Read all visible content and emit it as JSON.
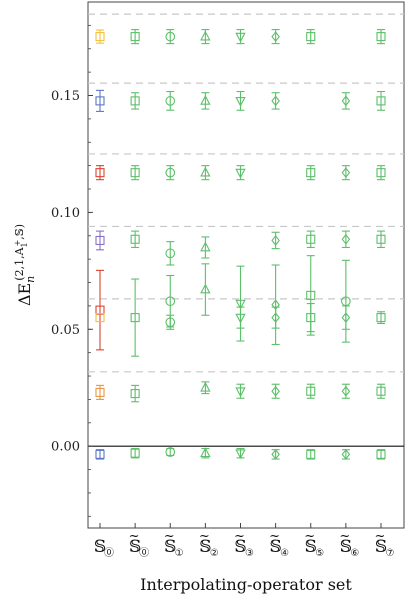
{
  "chart_data": {
    "type": "scatter",
    "xlabel": "Interpolating-operator set",
    "ylabel": "ΔE_n^{(2,1,A1+,𝕊)}",
    "ylim": [
      -0.035,
      0.19
    ],
    "yticks": [
      0.0,
      0.05,
      0.1,
      0.15
    ],
    "ytick_labels": [
      "0.00",
      "0.05",
      "0.10",
      "0.15"
    ],
    "categories": [
      {
        "base": "𝕊",
        "sub": "⓪",
        "tilde": false
      },
      {
        "base": "𝕊",
        "sub": "⓪",
        "tilde": true
      },
      {
        "base": "𝕊",
        "sub": "①",
        "tilde": true
      },
      {
        "base": "𝕊",
        "sub": "②",
        "tilde": true
      },
      {
        "base": "𝕊",
        "sub": "③",
        "tilde": true
      },
      {
        "base": "𝕊",
        "sub": "④",
        "tilde": true
      },
      {
        "base": "𝕊",
        "sub": "⑤",
        "tilde": true
      },
      {
        "base": "𝕊",
        "sub": "⑥",
        "tilde": true
      },
      {
        "base": "𝕊",
        "sub": "⑦",
        "tilde": true
      }
    ],
    "reference_lines": [
      0.1848,
      0.1553,
      0.125,
      0.094,
      0.063,
      0.0318
    ],
    "zero_line": 0.0,
    "colors": {
      "blue": "#5b78c6",
      "orange": "#e9973f",
      "red": "#d9452f",
      "gold": "#f2c13a",
      "purple": "#8a72c2",
      "green": "#5cbf6a"
    },
    "points": [
      {
        "x": 0,
        "y": 0.1752,
        "err": 0.0028,
        "marker": "square",
        "color": "gold"
      },
      {
        "x": 0,
        "y": 0.1477,
        "err": 0.0045,
        "marker": "square",
        "color": "blue"
      },
      {
        "x": 0,
        "y": 0.117,
        "err": 0.003,
        "marker": "square",
        "color": "red"
      },
      {
        "x": 0,
        "y": 0.088,
        "err": 0.004,
        "marker": "square",
        "color": "purple"
      },
      {
        "x": 0,
        "y": 0.0582,
        "err": 0.017,
        "marker": "square",
        "color": "red"
      },
      {
        "x": 0,
        "y": 0.055,
        "err": 0.0,
        "marker": "square",
        "color": "gold"
      },
      {
        "x": 0,
        "y": 0.023,
        "err": 0.003,
        "marker": "square",
        "color": "orange"
      },
      {
        "x": 0,
        "y": -0.0035,
        "err": 0.002,
        "marker": "square",
        "color": "blue"
      },
      {
        "x": 1,
        "y": 0.1752,
        "err": 0.003,
        "marker": "square",
        "color": "green"
      },
      {
        "x": 1,
        "y": 0.1477,
        "err": 0.0035,
        "marker": "square",
        "color": "green"
      },
      {
        "x": 1,
        "y": 0.117,
        "err": 0.003,
        "marker": "square",
        "color": "green"
      },
      {
        "x": 1,
        "y": 0.0885,
        "err": 0.0035,
        "marker": "square",
        "color": "green"
      },
      {
        "x": 1,
        "y": 0.055,
        "err": 0.0165,
        "marker": "square",
        "color": "green"
      },
      {
        "x": 1,
        "y": 0.0225,
        "err": 0.0035,
        "marker": "square",
        "color": "green"
      },
      {
        "x": 1,
        "y": -0.003,
        "err": 0.002,
        "marker": "square",
        "color": "green"
      },
      {
        "x": 2,
        "y": 0.1752,
        "err": 0.003,
        "marker": "circle",
        "color": "green"
      },
      {
        "x": 2,
        "y": 0.1477,
        "err": 0.004,
        "marker": "circle",
        "color": "green"
      },
      {
        "x": 2,
        "y": 0.117,
        "err": 0.003,
        "marker": "circle",
        "color": "green"
      },
      {
        "x": 2,
        "y": 0.0825,
        "err": 0.005,
        "marker": "circle",
        "color": "green"
      },
      {
        "x": 2,
        "y": 0.062,
        "err": 0.011,
        "marker": "circle",
        "color": "green"
      },
      {
        "x": 2,
        "y": 0.053,
        "err": 0.003,
        "marker": "circle",
        "color": "green"
      },
      {
        "x": 2,
        "y": -0.0025,
        "err": 0.0015,
        "marker": "circle",
        "color": "green"
      },
      {
        "x": 3,
        "y": 0.1752,
        "err": 0.003,
        "marker": "triangle-up",
        "color": "green"
      },
      {
        "x": 3,
        "y": 0.1477,
        "err": 0.0035,
        "marker": "triangle-up",
        "color": "green"
      },
      {
        "x": 3,
        "y": 0.117,
        "err": 0.003,
        "marker": "triangle-up",
        "color": "green"
      },
      {
        "x": 3,
        "y": 0.085,
        "err": 0.0045,
        "marker": "triangle-up",
        "color": "green"
      },
      {
        "x": 3,
        "y": 0.067,
        "err": 0.011,
        "marker": "triangle-up",
        "color": "green"
      },
      {
        "x": 3,
        "y": 0.025,
        "err": 0.0025,
        "marker": "triangle-up",
        "color": "green"
      },
      {
        "x": 3,
        "y": -0.003,
        "err": 0.002,
        "marker": "triangle-up",
        "color": "green"
      },
      {
        "x": 4,
        "y": 0.1752,
        "err": 0.003,
        "marker": "triangle-down",
        "color": "green"
      },
      {
        "x": 4,
        "y": 0.1477,
        "err": 0.004,
        "marker": "triangle-down",
        "color": "green"
      },
      {
        "x": 4,
        "y": 0.117,
        "err": 0.003,
        "marker": "triangle-down",
        "color": "green"
      },
      {
        "x": 4,
        "y": 0.061,
        "err": 0.016,
        "marker": "triangle-down",
        "color": "green"
      },
      {
        "x": 4,
        "y": 0.055,
        "err": 0.0045,
        "marker": "triangle-down",
        "color": "green"
      },
      {
        "x": 4,
        "y": 0.0235,
        "err": 0.003,
        "marker": "triangle-down",
        "color": "green"
      },
      {
        "x": 4,
        "y": -0.003,
        "err": 0.002,
        "marker": "triangle-down",
        "color": "green"
      },
      {
        "x": 5,
        "y": 0.1752,
        "err": 0.003,
        "marker": "diamond",
        "color": "green"
      },
      {
        "x": 5,
        "y": 0.1477,
        "err": 0.0035,
        "marker": "diamond",
        "color": "green"
      },
      {
        "x": 5,
        "y": 0.088,
        "err": 0.0035,
        "marker": "diamond",
        "color": "green"
      },
      {
        "x": 5,
        "y": 0.0605,
        "err": 0.017,
        "marker": "diamond",
        "color": "green"
      },
      {
        "x": 5,
        "y": 0.055,
        "err": 0.0045,
        "marker": "diamond",
        "color": "green"
      },
      {
        "x": 5,
        "y": 0.0235,
        "err": 0.003,
        "marker": "diamond",
        "color": "green"
      },
      {
        "x": 5,
        "y": -0.0035,
        "err": 0.002,
        "marker": "diamond",
        "color": "green"
      },
      {
        "x": 6,
        "y": 0.1752,
        "err": 0.003,
        "marker": "square",
        "color": "green"
      },
      {
        "x": 6,
        "y": 0.117,
        "err": 0.003,
        "marker": "square",
        "color": "green"
      },
      {
        "x": 6,
        "y": 0.0885,
        "err": 0.0035,
        "marker": "square",
        "color": "green"
      },
      {
        "x": 6,
        "y": 0.0645,
        "err": 0.017,
        "marker": "square",
        "color": "green"
      },
      {
        "x": 6,
        "y": 0.055,
        "err": 0.006,
        "marker": "square",
        "color": "green"
      },
      {
        "x": 6,
        "y": 0.0235,
        "err": 0.003,
        "marker": "square",
        "color": "green"
      },
      {
        "x": 6,
        "y": -0.0035,
        "err": 0.002,
        "marker": "square",
        "color": "green"
      },
      {
        "x": 7,
        "y": 0.1477,
        "err": 0.0035,
        "marker": "diamond",
        "color": "green"
      },
      {
        "x": 7,
        "y": 0.117,
        "err": 0.003,
        "marker": "diamond",
        "color": "green"
      },
      {
        "x": 7,
        "y": 0.0885,
        "err": 0.0035,
        "marker": "diamond",
        "color": "green"
      },
      {
        "x": 7,
        "y": 0.062,
        "err": 0.0175,
        "marker": "circle",
        "color": "green"
      },
      {
        "x": 7,
        "y": 0.055,
        "err": 0.005,
        "marker": "diamond",
        "color": "green"
      },
      {
        "x": 7,
        "y": 0.0235,
        "err": 0.003,
        "marker": "diamond",
        "color": "green"
      },
      {
        "x": 7,
        "y": -0.0035,
        "err": 0.002,
        "marker": "diamond",
        "color": "green"
      },
      {
        "x": 8,
        "y": 0.1752,
        "err": 0.003,
        "marker": "square",
        "color": "green"
      },
      {
        "x": 8,
        "y": 0.1477,
        "err": 0.004,
        "marker": "square",
        "color": "green"
      },
      {
        "x": 8,
        "y": 0.117,
        "err": 0.003,
        "marker": "square",
        "color": "green"
      },
      {
        "x": 8,
        "y": 0.0885,
        "err": 0.0035,
        "marker": "square",
        "color": "green"
      },
      {
        "x": 8,
        "y": 0.055,
        "err": 0.0025,
        "marker": "square",
        "color": "green"
      },
      {
        "x": 8,
        "y": 0.0235,
        "err": 0.003,
        "marker": "square",
        "color": "green"
      },
      {
        "x": 8,
        "y": -0.0035,
        "err": 0.002,
        "marker": "square",
        "color": "green"
      }
    ]
  }
}
